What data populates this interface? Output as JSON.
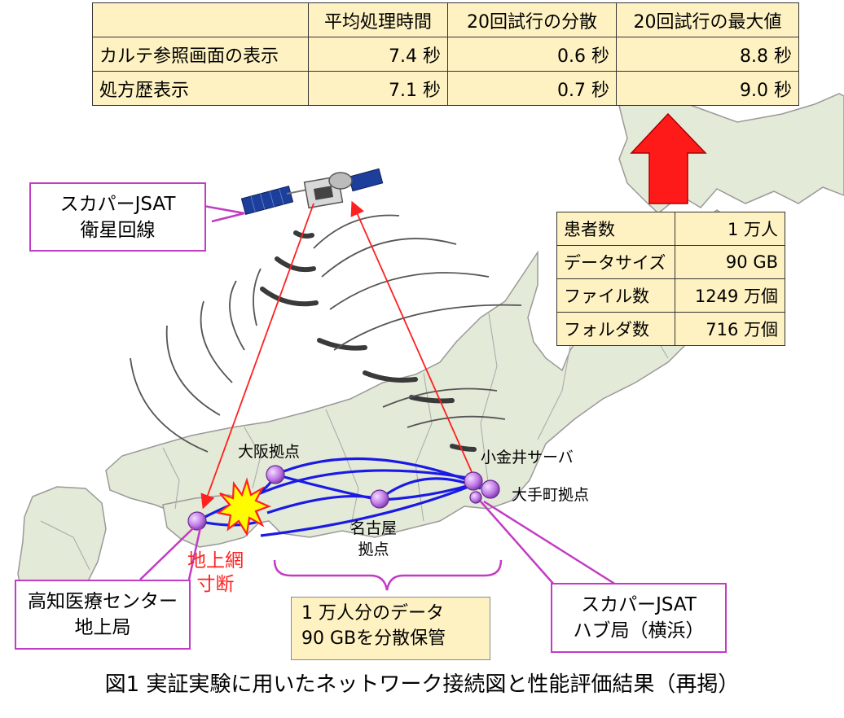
{
  "perf_table": {
    "headers": [
      "",
      "平均処理時間",
      "20回試行の分散",
      "20回試行の最大値"
    ],
    "rows": [
      [
        "カルテ参照画面の表示",
        "7.4 秒",
        "0.6 秒",
        "8.8 秒"
      ],
      [
        "処方歴表示",
        "7.1 秒",
        "0.7 秒",
        "9.0 秒"
      ]
    ]
  },
  "stats_table": {
    "rows": [
      [
        "患者数",
        "1 万人"
      ],
      [
        "データサイズ",
        "90 GB"
      ],
      [
        "ファイル数",
        "1249 万個"
      ],
      [
        "フォルダ数",
        "716 万個"
      ]
    ]
  },
  "callouts": {
    "satellite": [
      "スカパーJSAT",
      "衛星回線"
    ],
    "kochi": [
      "高知医療センター",
      "地上局"
    ],
    "hub": [
      "スカパーJSAT",
      "ハブ局（横浜）"
    ],
    "storage": [
      "1 万人分のデータ",
      "90 GBを分散保管"
    ]
  },
  "labels": {
    "osaka": "大阪拠点",
    "koganei": "小金井サーバ",
    "otemachi": "大手町拠点",
    "nagoya": [
      "名古屋",
      "拠点"
    ],
    "cut": [
      "地上網",
      "寸断"
    ]
  },
  "caption": "図1 実証実験に用いたネットワーク接続図と性能評価結果（再掲）",
  "colors": {
    "table_fill": "#fff2c2",
    "callout_border": "#c23bc4",
    "network_line": "#1a1ae6",
    "node": "#c07ae8",
    "signal_arrow": "#ff2020",
    "land": "#e3ead7"
  }
}
